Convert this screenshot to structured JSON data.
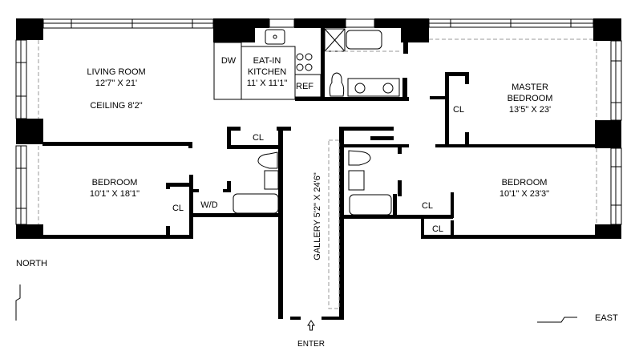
{
  "rooms": {
    "living_room": {
      "name": "LIVING ROOM",
      "size": "12'7\" X 21'",
      "ceiling": "CEILING 8'2\""
    },
    "kitchen": {
      "name_line1": "EAT-IN",
      "name_line2": "KITCHEN",
      "size": "11' X 11'1\""
    },
    "bedroom_west": {
      "name": "BEDROOM",
      "size": "10'1\" X 18'1\""
    },
    "master_bedroom": {
      "name_line1": "MASTER",
      "name_line2": "BEDROOM",
      "size": "13'5\" X 23'"
    },
    "bedroom_east": {
      "name": "BEDROOM",
      "size": "10'1\" X 23'3\""
    },
    "gallery": {
      "label": "GALLERY 5'2\" X 24'6\""
    }
  },
  "fixtures": {
    "dishwasher": "DW",
    "refrigerator": "REF",
    "washer_dryer": "W/D",
    "closet": "CL"
  },
  "compass": {
    "north": "NORTH",
    "east": "EAST"
  },
  "entrance": {
    "label": "ENTER"
  }
}
